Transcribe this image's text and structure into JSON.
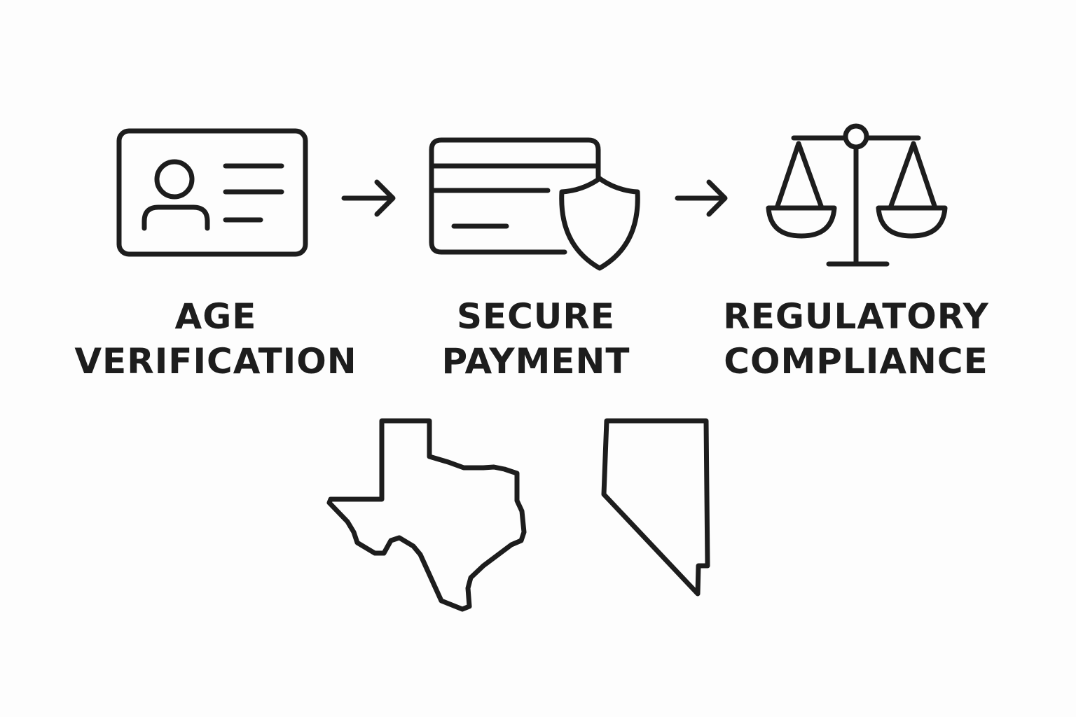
{
  "steps": [
    {
      "icon": "id-card-icon",
      "line1": "AGE",
      "line2": "VERIFICATION"
    },
    {
      "icon": "credit-card-shield-icon",
      "line1": "SECURE",
      "line2": "PAYMENT"
    },
    {
      "icon": "scales-of-justice-icon",
      "line1": "REGULATORY",
      "line2": "COMPLIANCE"
    }
  ],
  "states": [
    {
      "icon": "texas-outline-icon"
    },
    {
      "icon": "nevada-outline-icon"
    }
  ],
  "colors": {
    "stroke": "#1d1d1d",
    "background": "#fdfdfd"
  }
}
